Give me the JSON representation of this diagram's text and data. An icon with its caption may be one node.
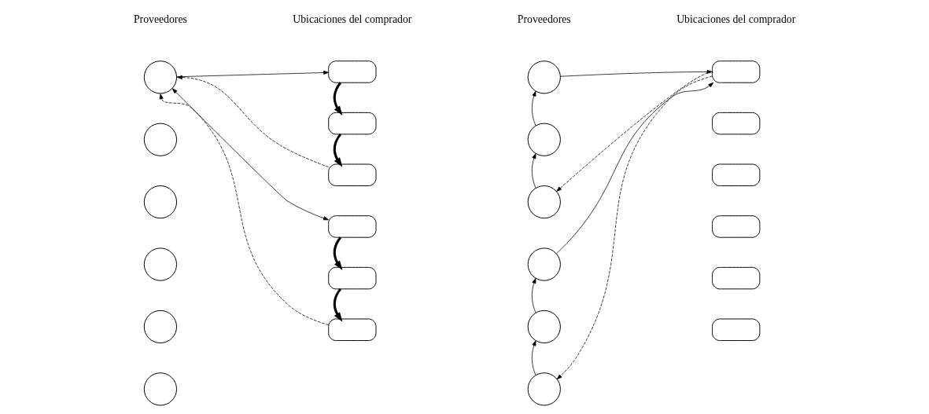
{
  "diagram": {
    "nodes": [
      {
        "text": [],
        "shape": "circle"
      },
      {
        "text": [],
        "shape": "circle"
      },
      {
        "text": [],
        "shape": "circle"
      },
      {
        "text": [],
        "shape": "circle"
      },
      {
        "text": [],
        "shape": "circle"
      },
      {
        "text": [],
        "shape": "circle"
      },
      {
        "text": [],
        "shape": "box"
      },
      {
        "text": [],
        "shape": "box"
      },
      {
        "text": [],
        "shape": "box"
      },
      {
        "text": [],
        "shape": "box"
      },
      {
        "text": [],
        "shape": "box"
      },
      {
        "text": [],
        "shape": "box"
      },
      {
        "text": [],
        "shape": "circle"
      },
      {
        "text": [],
        "shape": "circle"
      },
      {
        "text": [],
        "shape": "circle"
      },
      {
        "text": [],
        "shape": "circle"
      },
      {
        "text": [],
        "shape": "circle"
      },
      {
        "text": [],
        "shape": "circle"
      },
      {
        "text": [],
        "shape": "box"
      },
      {
        "text": [],
        "shape": "box"
      },
      {
        "text": [],
        "shape": "box"
      },
      {
        "text": [],
        "shape": "box"
      },
      {
        "text": [],
        "shape": "box"
      },
      {
        "text": [],
        "shape": "box"
      }
    ],
    "edges": [
      {
        "from": 0,
        "to": 6,
        "arrow": "to"
      },
      {
        "from": 6,
        "to": 7,
        "arrow": "to",
        "style": "thick"
      },
      {
        "from": 7,
        "to": 8,
        "arrow": "to",
        "style": "thick"
      },
      {
        "from": 8,
        "to": 0,
        "arrow": "to",
        "style": "dashed"
      },
      {
        "from": 0,
        "to": 9,
        "arrow": "both"
      },
      {
        "from": 9,
        "to": 10,
        "arrow": "to",
        "style": "thick"
      },
      {
        "from": 10,
        "to": 11,
        "arrow": "to",
        "style": "thick"
      },
      {
        "from": 11,
        "to": 0,
        "arrow": "to",
        "style": "dashed"
      },
      {
        "from": 12,
        "to": 18,
        "arrow": "to"
      },
      {
        "from": 13,
        "to": 12,
        "arrow": "to"
      },
      {
        "from": 14,
        "to": 13,
        "arrow": "to"
      },
      {
        "from": 18,
        "to": 14,
        "arrow": "to",
        "style": "dashed"
      },
      {
        "from": 15,
        "to": 18,
        "arrow": "to"
      },
      {
        "from": 16,
        "to": 15,
        "arrow": "to"
      },
      {
        "from": 17,
        "to": 16,
        "arrow": "to"
      },
      {
        "from": 18,
        "to": 17,
        "arrow": "to",
        "style": "dashed"
      }
    ],
    "labels": [
      "Proveedores",
      "Ubicaciones del comprador",
      "Proveedores",
      "Ubicaciones del comprador"
    ]
  }
}
